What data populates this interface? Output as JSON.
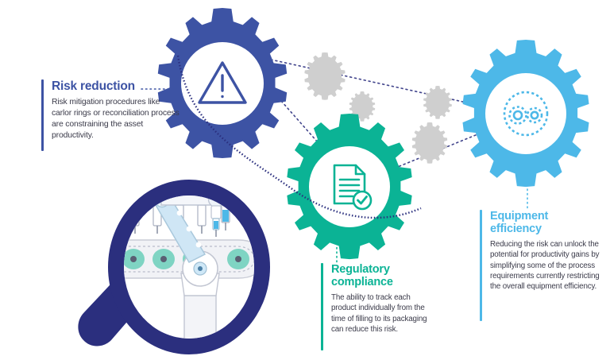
{
  "graphic": {
    "type": "infographic",
    "description": "Three interlocking gears with callout text blocks and a magnifying glass over a pharmaceutical filling line"
  },
  "colors": {
    "risk_blue": "#3d53a4",
    "regulatory_teal": "#0bb395",
    "equipment_light_blue": "#4db8e8",
    "magnifier_navy": "#2b2f7e",
    "decorative_gear_gray": "#cfcfcf",
    "body_text": "#3b3b4a",
    "background": "#ffffff"
  },
  "nodes": {
    "risk": {
      "icon": "warning-triangle-icon",
      "gear_color": "#3d53a4"
    },
    "regulatory": {
      "icon": "document-check-icon",
      "gear_color": "#0bb395"
    },
    "equipment": {
      "icon": "cogs-icon",
      "gear_color": "#4db8e8"
    },
    "magnifier": {
      "icon": "magnifying-glass-icon",
      "scene": "robotic-arm-filling-line",
      "color": "#2b2f7e"
    }
  },
  "callouts": {
    "risk": {
      "title": "Risk reduction",
      "description": "Risk mitigation procedures like carlor rings or reconciliation process are constraining the asset productivity."
    },
    "regulatory": {
      "title": "Regulatory compliance",
      "description": "The ability to track each product individually from the time of filling to its packaging can reduce this risk."
    },
    "equipment": {
      "title": "Equipment efficiency",
      "description": "Reducing the risk can unlock the potential for productivity gains by simplifying some of the process requirements currently restricting the overall equipment efficiency."
    }
  }
}
